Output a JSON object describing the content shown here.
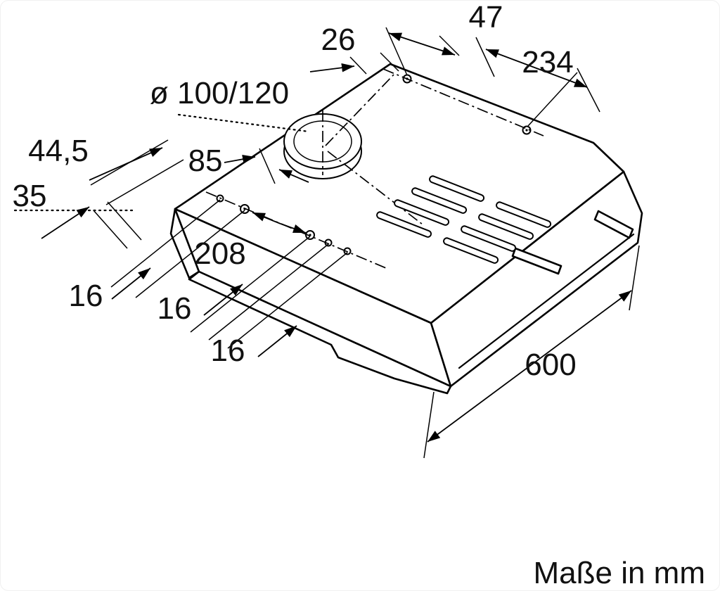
{
  "colors": {
    "background": "#ffffff",
    "line": "#000000",
    "text": "#111111"
  },
  "dims": {
    "d47": "47",
    "d26": "26",
    "d234": "234",
    "dia": "ø 100/120",
    "d44_5": "44,5",
    "d85": "85",
    "d35": "35",
    "d208": "208",
    "d16a": "16",
    "d16b": "16",
    "d16c": "16",
    "d600": "600"
  },
  "footer": {
    "units_label": "Maße in mm"
  }
}
